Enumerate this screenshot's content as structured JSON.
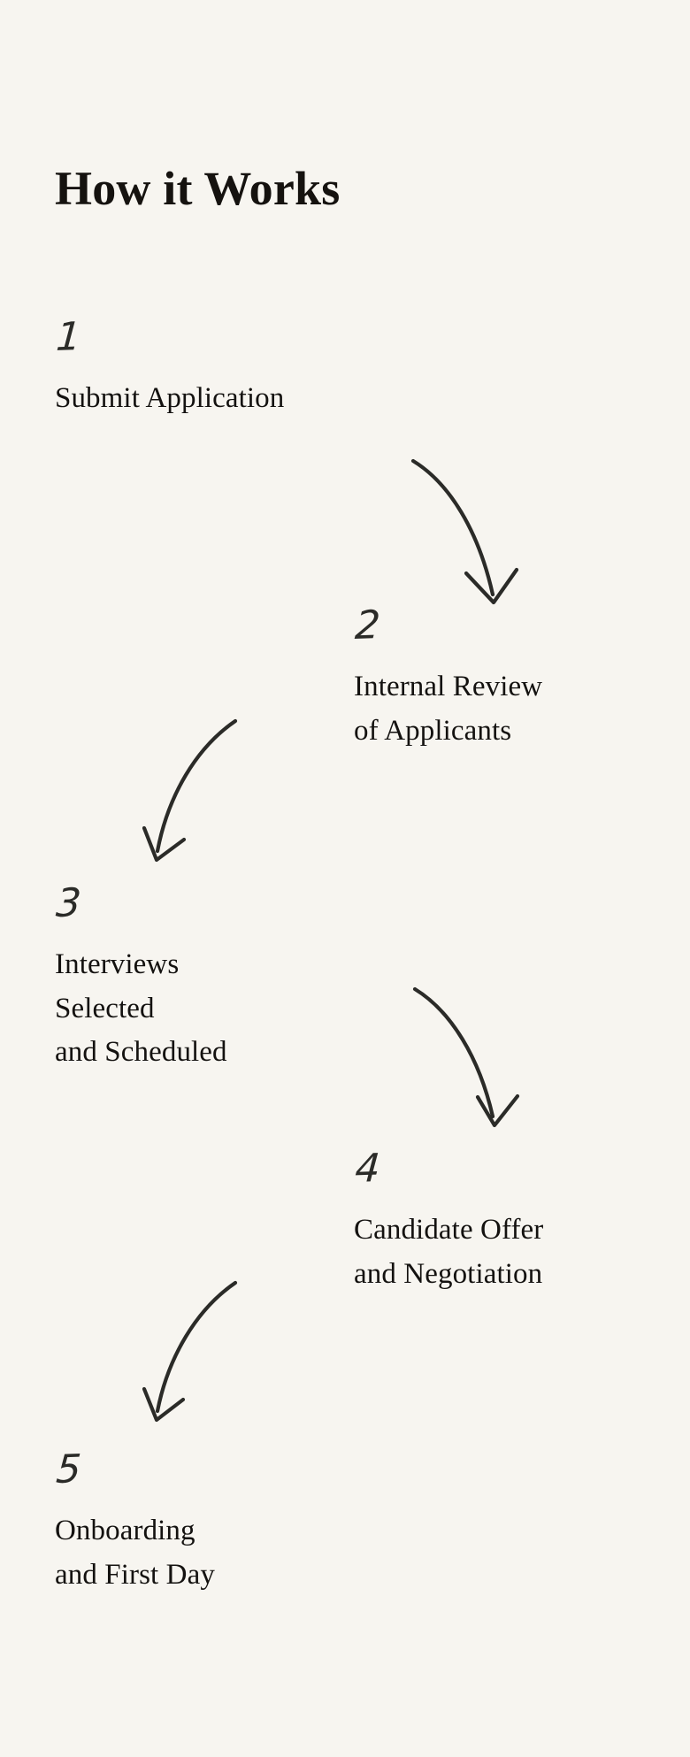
{
  "page": {
    "title": "How it Works",
    "background_color": "#F7F5F0",
    "text_color": "#141210",
    "accent_color": "#2B2B28"
  },
  "steps": [
    {
      "number": "1",
      "label": "Submit Application",
      "align": "left"
    },
    {
      "number": "2",
      "label": "Internal Review\nof Applicants",
      "align": "right"
    },
    {
      "number": "3",
      "label": "Interviews\nSelected\nand Scheduled",
      "align": "left"
    },
    {
      "number": "4",
      "label": "Candidate Offer\nand Negotiation",
      "align": "right"
    },
    {
      "number": "5",
      "label": "Onboarding\nand First Day",
      "align": "left"
    }
  ],
  "connectors": [
    {
      "name": "arrow-step-1-to-2",
      "direction": "down-right"
    },
    {
      "name": "arrow-step-2-to-3",
      "direction": "down-left"
    },
    {
      "name": "arrow-step-3-to-4",
      "direction": "down-right"
    },
    {
      "name": "arrow-step-4-to-5",
      "direction": "down-left"
    }
  ]
}
